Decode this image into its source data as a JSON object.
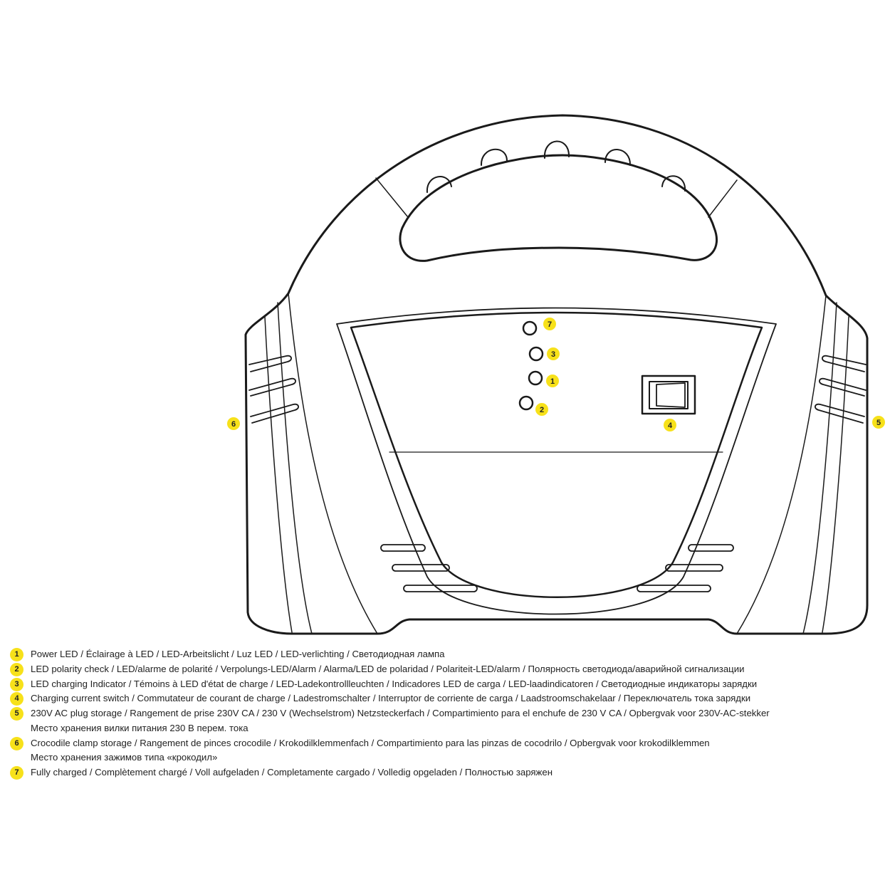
{
  "callouts": {
    "c1": "1",
    "c2": "2",
    "c3": "3",
    "c4": "4",
    "c5": "5",
    "c6": "6",
    "c7": "7"
  },
  "legend": [
    {
      "num": "1",
      "lines": [
        "Power LED  / Éclairage à LED / LED-Arbeitslicht / Luz LED / LED-verlichting / Светодиодная лампа"
      ]
    },
    {
      "num": "2",
      "lines": [
        "LED polarity check /  LED/alarme de polarité / Verpolungs-LED/Alarm / Alarma/LED de polaridad / Polariteit-LED/alarm / Полярность светодиода/аварийной сигнализации"
      ]
    },
    {
      "num": "3",
      "lines": [
        "LED charging Indicator / Témoins à LED d'état de charge / LED-Ladekontrollleuchten / Indicadores LED de carga / LED-laadindicatoren / Светодиодные индикаторы зарядки"
      ]
    },
    {
      "num": "4",
      "lines": [
        "Charging current switch / Commutateur de courant de charge / Ladestromschalter / Interruptor de corriente de carga / Laadstroomschakelaar / Переключатель тока зарядки"
      ]
    },
    {
      "num": "5",
      "lines": [
        "230V AC plug storage / Rangement de prise 230V CA / 230 V (Wechselstrom) Netzsteckerfach / Compartimiento para el enchufe de 230 V CA / Opbergvak voor 230V-AC-stekker",
        "Место хранения вилки питания 230 В перем. тока"
      ]
    },
    {
      "num": "6",
      "lines": [
        "Crocodile clamp storage / Rangement de pinces crocodile / Krokodilklemmenfach / Compartimiento para las pinzas de cocodrilo / Opbergvak voor krokodilklemmen",
        "Место хранения зажимов типа «крокодил»"
      ]
    },
    {
      "num": "7",
      "lines": [
        "Fully charged / Complètement chargé / Voll aufgeladen / Completamente cargado / Volledig opgeladen / Полностью заряжен"
      ]
    }
  ],
  "colors": {
    "badge": "#f7e11a",
    "line": "#1a1a1a"
  }
}
